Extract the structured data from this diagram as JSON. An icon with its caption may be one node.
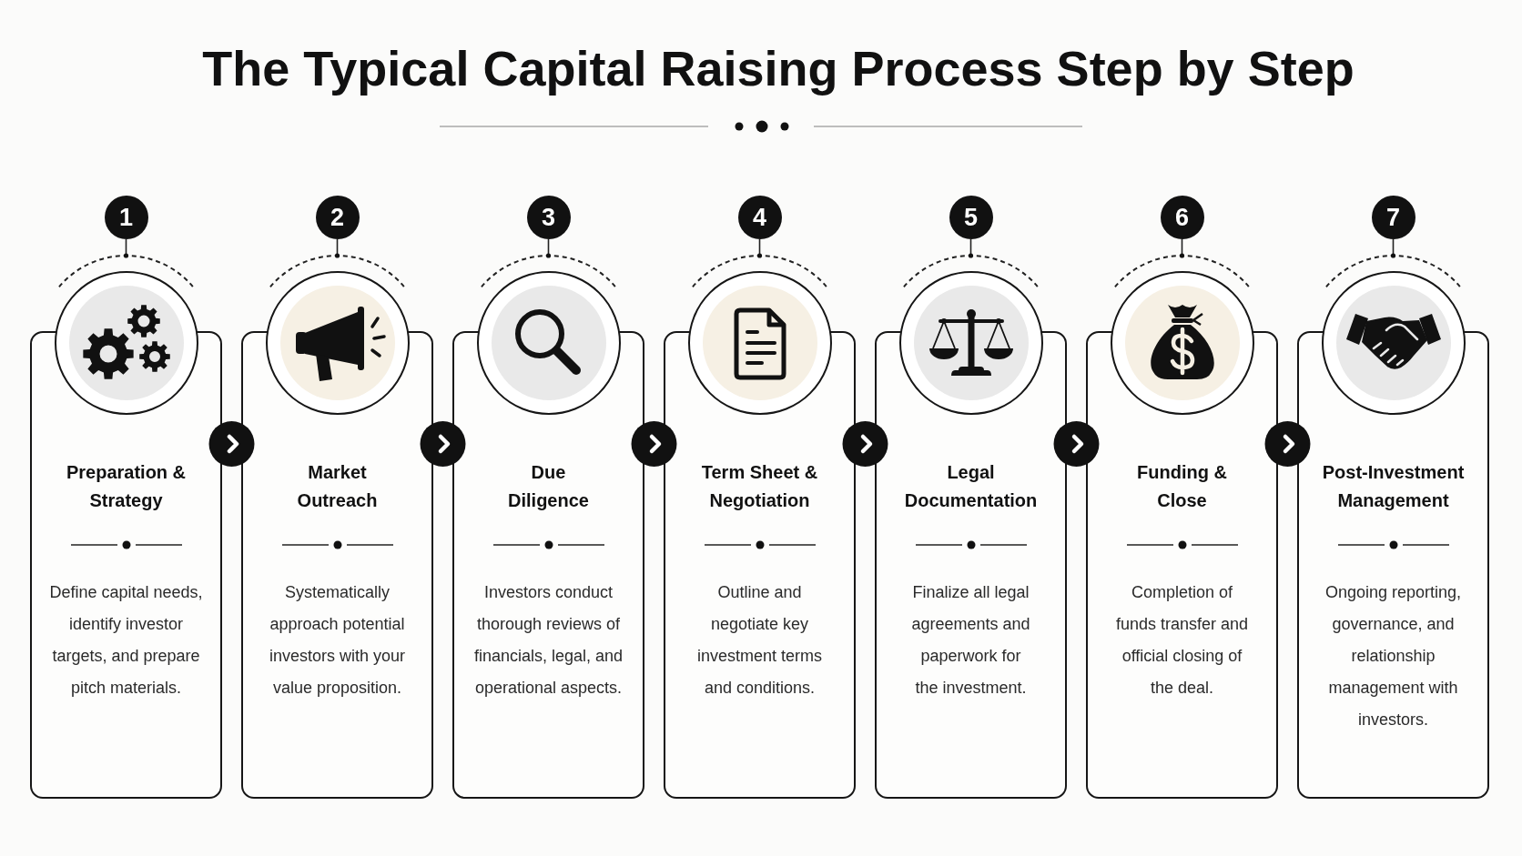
{
  "diagram": {
    "title": "The Typical Capital Raising Process Step by Step",
    "nodes": [
      {
        "text": [
          "Preparation & Strategy",
          "Define capital needs, identify investor targets, and prepare pitch materials."
        ],
        "beside": [
          "1"
        ]
      },
      {
        "text": [
          "Market Outreach",
          "Systematically approach potential investors with your value proposition."
        ],
        "beside": [
          "2"
        ]
      },
      {
        "text": [
          "Due Diligence",
          "Investors conduct thorough reviews of financials, legal, and operational aspects."
        ],
        "beside": [
          "3"
        ]
      },
      {
        "text": [
          "Term Sheet & Negotiation",
          "Outline and negotiate key investment terms and conditions."
        ],
        "beside": [
          "4"
        ]
      },
      {
        "text": [
          "Legal Documentation",
          "Finalize all legal agreements and paperwork for the investment."
        ],
        "beside": [
          "5"
        ]
      },
      {
        "text": [
          "Funding & Close",
          "Completion of funds transfer and official closing of the deal."
        ],
        "beside": [
          "6"
        ]
      },
      {
        "text": [
          "Post-Investment Management",
          "Ongoing reporting, governance, and relationship management with investors."
        ],
        "beside": [
          "7"
        ]
      }
    ],
    "edges": [
      {
        "from": 0,
        "to": 1,
        "arrow": "to"
      },
      {
        "from": 1,
        "to": 2,
        "arrow": "to"
      },
      {
        "from": 2,
        "to": 3,
        "arrow": "to"
      },
      {
        "from": 3,
        "to": 4,
        "arrow": "to"
      },
      {
        "from": 4,
        "to": 5,
        "arrow": "to"
      },
      {
        "from": 5,
        "to": 6,
        "arrow": "to"
      }
    ]
  }
}
